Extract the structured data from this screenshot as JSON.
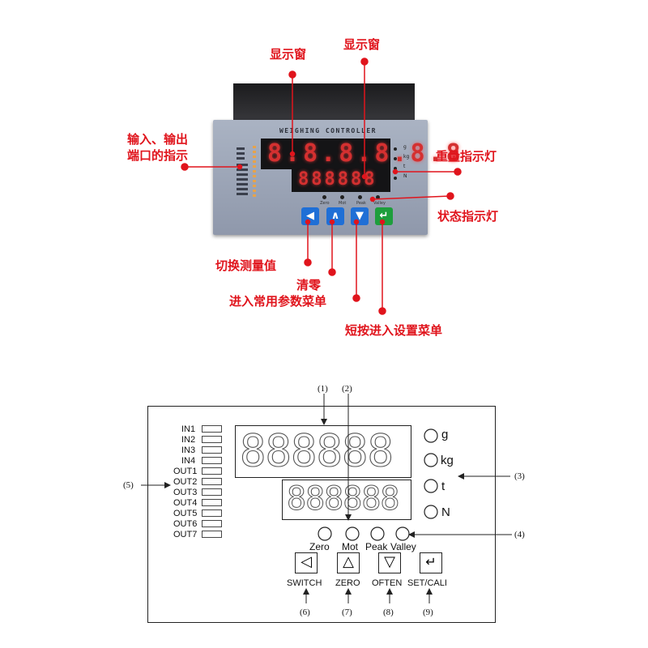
{
  "photo": {
    "panel_title": "WEIGHING CONTROLLER",
    "top_display": "8.8.8.8.8.8",
    "bottom_display": "888888",
    "unit_marks": [
      "g",
      "kg",
      "t",
      "N"
    ],
    "status_marks": [
      "Zero",
      "Mot",
      "Peak",
      "Valley"
    ],
    "key_glyphs": [
      "◀",
      "∧",
      "▼",
      "↵"
    ],
    "key_colors": [
      "#1f6fd6",
      "#1f6fd6",
      "#1f6fd6",
      "#1e9e3c"
    ],
    "callouts": {
      "display_window_1": "显示窗",
      "display_window_2": "显示窗",
      "io_ports_line1": "输入、输出",
      "io_ports_line2": "端口的指示",
      "weight_indicator": "重量指示灯",
      "status_indicator": "状态指示灯",
      "switch_value": "切换测量值",
      "zero_clear": "清零",
      "common_menu": "进入常用参数菜单",
      "setting_menu": "短按进入设置菜单"
    }
  },
  "schematic": {
    "top_display": "888888",
    "bottom_display": "888888",
    "io_labels": [
      "IN1",
      "IN2",
      "IN3",
      "IN4",
      "OUT1",
      "OUT2",
      "OUT3",
      "OUT4",
      "OUT5",
      "OUT6",
      "OUT7"
    ],
    "units": [
      "g",
      "kg",
      "t",
      "N"
    ],
    "status_labels": [
      "Zero",
      "Mot",
      "Peak",
      "Valley"
    ],
    "button_glyphs": [
      "◁",
      "△",
      "▽",
      "↵"
    ],
    "button_labels": [
      "SWITCH",
      "ZERO",
      "OFTEN",
      "SET/CALI"
    ],
    "callout_numbers": [
      "(1)",
      "(2)",
      "(3)",
      "(4)",
      "(5)",
      "(6)",
      "(7)",
      "(8)",
      "(9)"
    ]
  }
}
